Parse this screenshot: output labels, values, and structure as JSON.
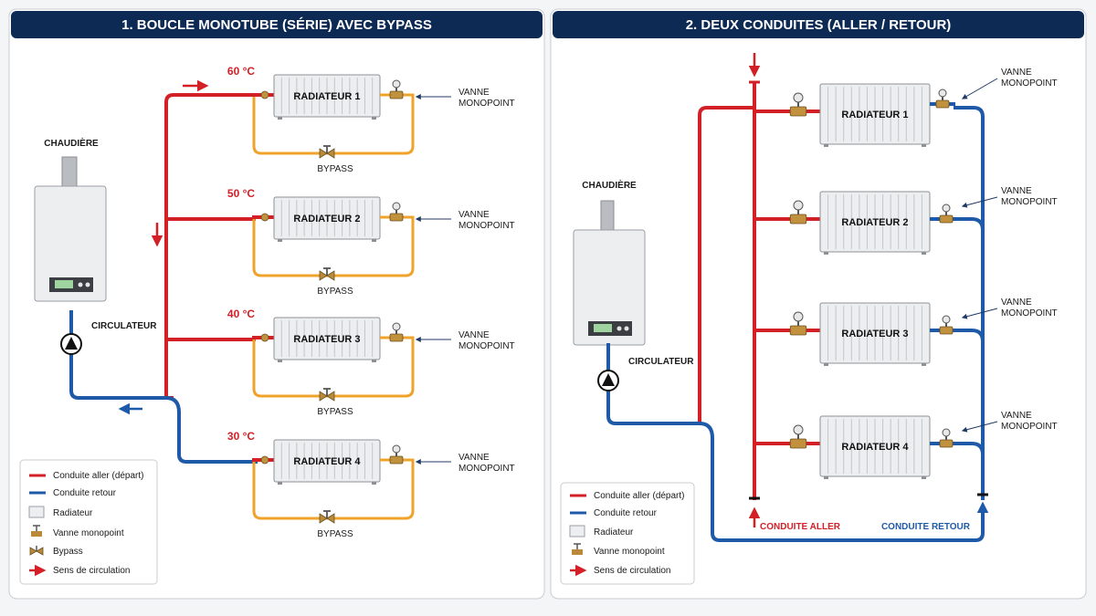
{
  "colors": {
    "supply": "#d32026",
    "return": "#1f5aa8",
    "bypass": "#f0a32a",
    "header": "#0d2a55",
    "valve": "#b98a3a"
  },
  "icons": [
    "boiler-icon",
    "pump-icon",
    "radiator-icon",
    "valve-icon",
    "bypass-valve-icon",
    "flow-arrow-icon"
  ],
  "panel1": {
    "title": "1. BOUCLE MONOTUBE (SÉRIE) AVEC BYPASS",
    "boiler_label": "CHAUDIÈRE",
    "pump_label": "CIRCULATEUR",
    "radiators": [
      {
        "temp": "60 °C",
        "name": "RADIATEUR 1",
        "valve_line1": "VANNE",
        "valve_line2": "MONOPOINT",
        "bypass": "BYPASS"
      },
      {
        "temp": "50 °C",
        "name": "RADIATEUR 2",
        "valve_line1": "VANNE",
        "valve_line2": "MONOPOINT",
        "bypass": "BYPASS"
      },
      {
        "temp": "40 °C",
        "name": "RADIATEUR 3",
        "valve_line1": "VANNE",
        "valve_line2": "MONOPOINT",
        "bypass": "BYPASS"
      },
      {
        "temp": "30 °C",
        "name": "RADIATEUR 4",
        "valve_line1": "VANNE",
        "valve_line2": "MONOPOINT",
        "bypass": "BYPASS"
      }
    ],
    "legend": {
      "supply": "Conduite aller (départ)",
      "return": "Conduite retour",
      "radiator": "Radiateur",
      "valve": "Vanne monopoint",
      "bypass": "Bypass",
      "flow": "Sens de circulation"
    }
  },
  "panel2": {
    "title": "2. DEUX CONDUITES (ALLER / RETOUR)",
    "boiler_label": "CHAUDIÈRE",
    "pump_label": "CIRCULATEUR",
    "radiators": [
      {
        "name": "RADIATEUR 1",
        "valve_line1": "VANNE",
        "valve_line2": "MONOPOINT"
      },
      {
        "name": "RADIATEUR 2",
        "valve_line1": "VANNE",
        "valve_line2": "MONOPOINT"
      },
      {
        "name": "RADIATEUR 3",
        "valve_line1": "VANNE",
        "valve_line2": "MONOPOINT"
      },
      {
        "name": "RADIATEUR 4",
        "valve_line1": "VANNE",
        "valve_line2": "MONOPOINT"
      }
    ],
    "supply_label": "CONDUITE ALLER",
    "return_label": "CONDUITE RETOUR",
    "legend": {
      "supply": "Conduite aller (départ)",
      "return": "Conduite retour",
      "radiator": "Radiateur",
      "valve": "Vanne monopoint",
      "flow": "Sens de circulation"
    }
  }
}
